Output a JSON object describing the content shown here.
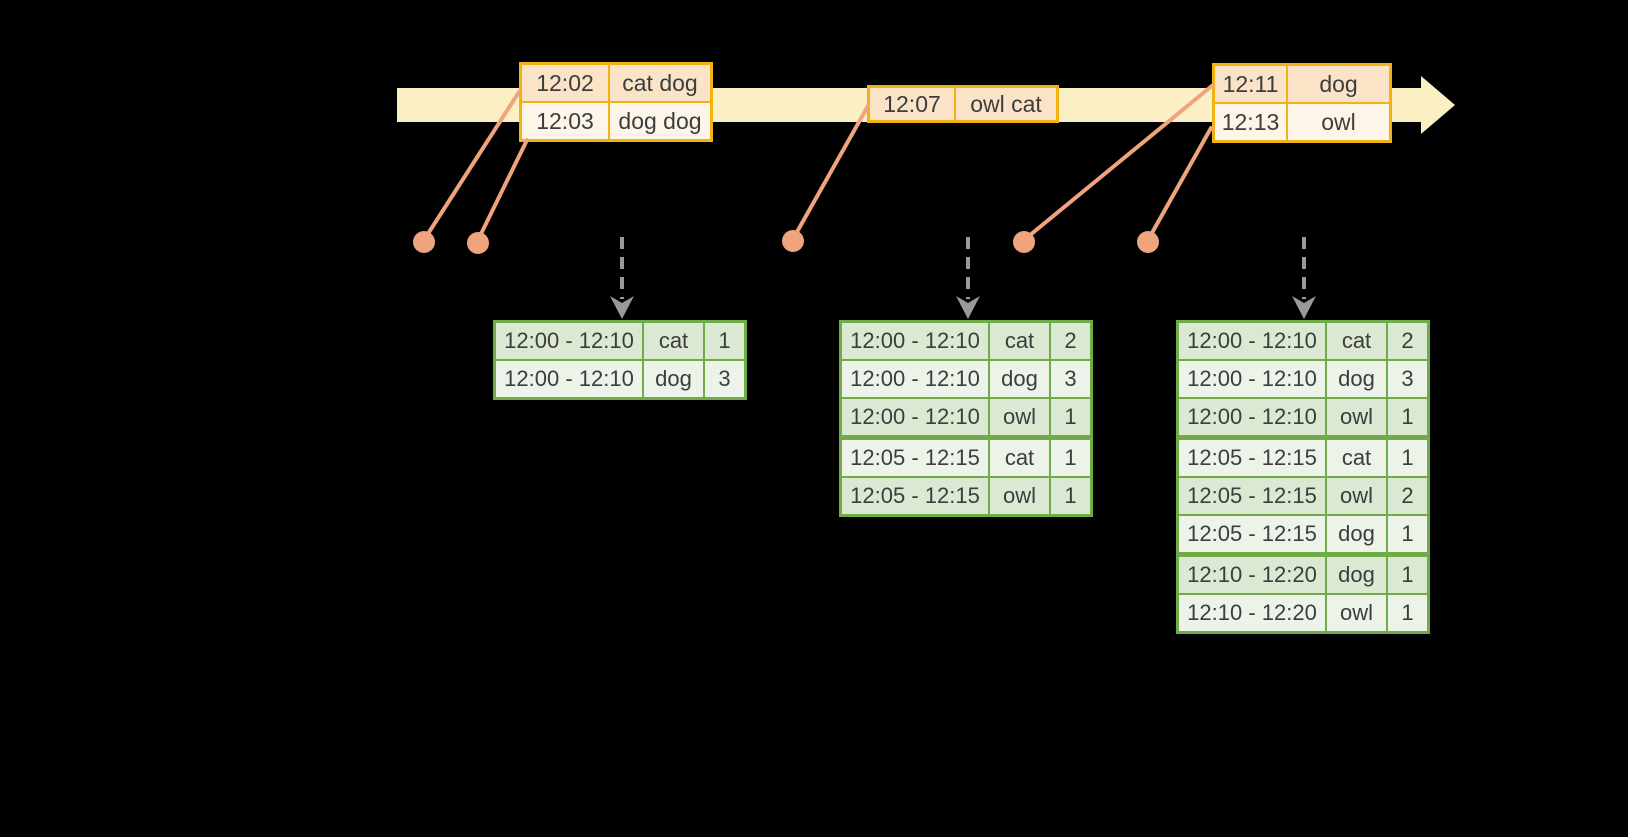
{
  "colors": {
    "background": "#000000",
    "timeline_band": "#FBF0C4",
    "event_border": "#F2B211",
    "event_row_dark": "#FAE3C6",
    "event_row_light": "#FDF6E8",
    "connector": "#F0A47D",
    "trigger_arrow": "#999999",
    "result_border": "#6FAC47",
    "result_row_dark": "#DBE8D2",
    "result_row_light": "#EDF3E9",
    "text": "#3D3D3D"
  },
  "event_tables": [
    {
      "rows": [
        {
          "time": "12:02",
          "words": "cat dog"
        },
        {
          "time": "12:03",
          "words": "dog dog"
        }
      ]
    },
    {
      "rows": [
        {
          "time": "12:07",
          "words": "owl cat"
        }
      ]
    },
    {
      "rows": [
        {
          "time": "12:11",
          "words": "dog"
        },
        {
          "time": "12:13",
          "words": "owl"
        }
      ]
    }
  ],
  "result_tables": [
    {
      "rows": [
        {
          "window": "12:00 - 12:10",
          "word": "cat",
          "count": "1"
        },
        {
          "window": "12:00 - 12:10",
          "word": "dog",
          "count": "3"
        }
      ]
    },
    {
      "rows": [
        {
          "window": "12:00 - 12:10",
          "word": "cat",
          "count": "2"
        },
        {
          "window": "12:00 - 12:10",
          "word": "dog",
          "count": "3"
        },
        {
          "window": "12:00 - 12:10",
          "word": "owl",
          "count": "1"
        },
        {
          "window": "12:05 - 12:15",
          "word": "cat",
          "count": "1"
        },
        {
          "window": "12:05 - 12:15",
          "word": "owl",
          "count": "1"
        }
      ]
    },
    {
      "rows": [
        {
          "window": "12:00 - 12:10",
          "word": "cat",
          "count": "2"
        },
        {
          "window": "12:00 - 12:10",
          "word": "dog",
          "count": "3"
        },
        {
          "window": "12:00 - 12:10",
          "word": "owl",
          "count": "1"
        },
        {
          "window": "12:05 - 12:15",
          "word": "cat",
          "count": "1"
        },
        {
          "window": "12:05 - 12:15",
          "word": "owl",
          "count": "2"
        },
        {
          "window": "12:05 - 12:15",
          "word": "dog",
          "count": "1"
        },
        {
          "window": "12:10 - 12:20",
          "word": "dog",
          "count": "1"
        },
        {
          "window": "12:10 - 12:20",
          "word": "owl",
          "count": "1"
        }
      ]
    }
  ]
}
